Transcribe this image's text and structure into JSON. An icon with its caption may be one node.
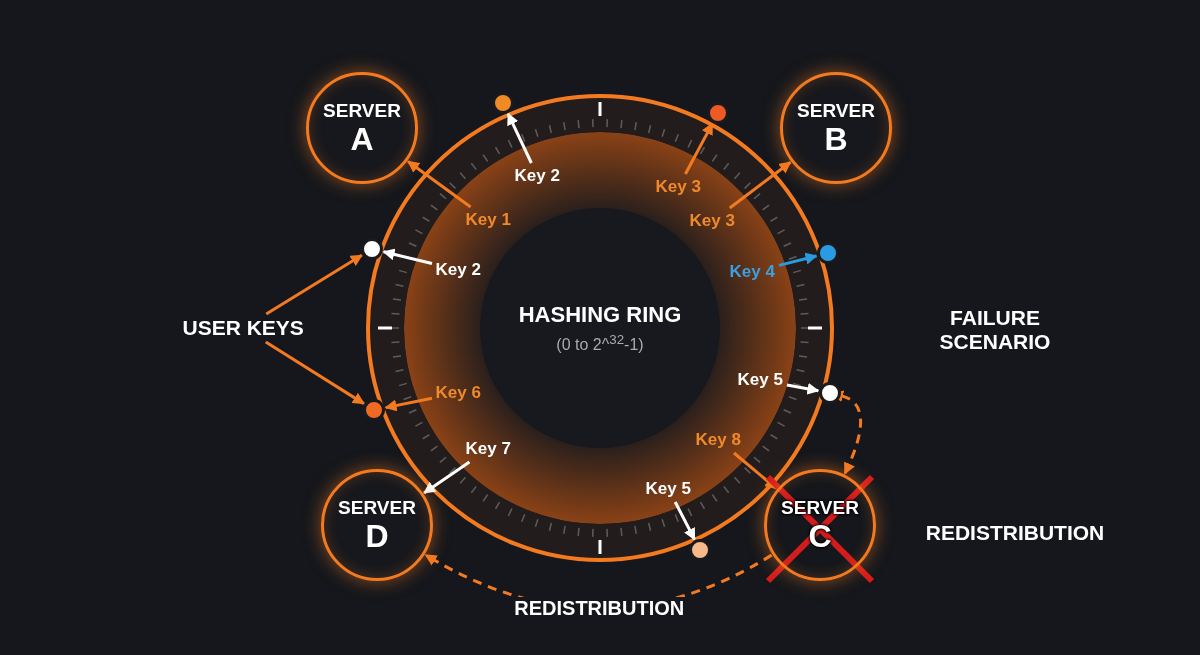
{
  "diagram": {
    "nodes": [
      {
        "text": [
          "SERVER",
          "A"
        ]
      },
      {
        "text": [],
        "shape": "circle"
      },
      {
        "text": [
          "SERVER",
          "B"
        ]
      },
      {
        "text": [],
        "shape": "circle"
      },
      {
        "text": [
          "Key 2"
        ]
      },
      {
        "text": [
          "Key 3"
        ]
      },
      {
        "text": [
          "Key 1"
        ]
      },
      {
        "text": [
          "Key 3"
        ]
      },
      {
        "text": [],
        "shape": "circle"
      },
      {
        "text": [],
        "shape": "circle"
      },
      {
        "text": [
          "Key 2"
        ]
      },
      {
        "text": [
          "Key 4"
        ]
      },
      {
        "text": [
          "USER KEYS"
        ]
      },
      {
        "text": [
          "HASHING RING",
          "(0 to 2^$^{32}$-1)"
        ]
      },
      {
        "text": [
          "Key 5"
        ]
      },
      {
        "text": [],
        "shape": "circle"
      },
      {
        "text": [
          "Key 6"
        ]
      },
      {
        "text": [],
        "shape": "circle"
      },
      {
        "text": [
          "Key 8"
        ]
      },
      {
        "text": [
          "Key 7"
        ]
      },
      {
        "text": [
          "Key 5"
        ]
      },
      {
        "text": [
          "SERVER",
          "C"
        ]
      },
      {
        "text": [
          "SERVER",
          "D"
        ]
      },
      {
        "text": [],
        "shape": "circle"
      }
    ],
    "edges": [
      {
        "from": 4,
        "to": 1,
        "arrow": "to",
        "color": "#ffffff"
      },
      {
        "from": 5,
        "to": 3,
        "arrow": "to"
      },
      {
        "from": 6,
        "to": 0,
        "arrow": "to"
      },
      {
        "from": 7,
        "to": 2,
        "arrow": "to"
      },
      {
        "from": 10,
        "to": 8,
        "arrow": "to",
        "color": "#ffffff"
      },
      {
        "from": 11,
        "to": 9,
        "arrow": "to",
        "color": "#2a9be0"
      },
      {
        "from": 12,
        "to": 8,
        "arrow": "to"
      },
      {
        "from": 12,
        "to": 17,
        "arrow": "to"
      },
      {
        "from": 14,
        "to": 15,
        "arrow": "to",
        "color": "#ffffff"
      },
      {
        "from": 16,
        "to": 17,
        "arrow": "to"
      },
      {
        "from": 19,
        "to": 22,
        "arrow": "to",
        "color": "#ffffff"
      },
      {
        "from": 18,
        "to": 21,
        "arrow": "to"
      },
      {
        "from": 20,
        "to": 23,
        "arrow": "to",
        "color": "#ffffff"
      },
      {
        "from": 15,
        "to": 21,
        "arrow": "both",
        "style": "dashed"
      },
      {
        "from": 21,
        "to": 22,
        "arrow": "to",
        "style": "dashed",
        "label": "REDISTRIBUTION"
      }
    ],
    "labels": [
      "FAILURE SCENARIO",
      "REDISTRIBUTION"
    ]
  }
}
